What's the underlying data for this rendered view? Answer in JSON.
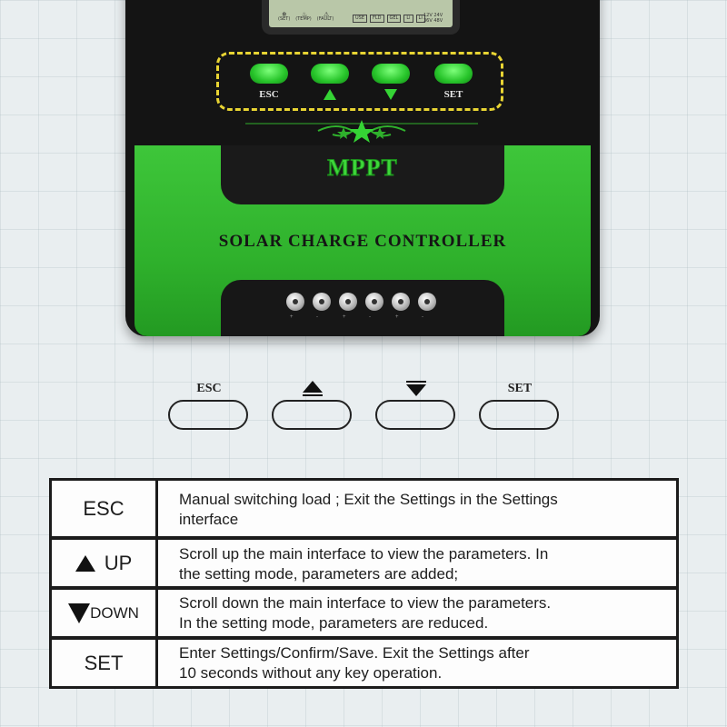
{
  "device": {
    "lcd": {
      "labels": [
        "(SET)",
        "(TEMP)",
        "(FAULT)"
      ],
      "boxes": [
        "USE",
        "FLD",
        "GEL",
        "Li",
        "LI"
      ],
      "voltages": [
        "12V 24V",
        "36V 48V"
      ]
    },
    "buttons": [
      {
        "label": "ESC"
      },
      {
        "label": "",
        "icon": "triangle-up-icon"
      },
      {
        "label": "",
        "icon": "triangle-down-icon"
      },
      {
        "label": "SET"
      }
    ],
    "brand": "MPPT",
    "subtitle": "SOLAR CHARGE CONTROLLER",
    "terminal_labels": [
      "+",
      "-",
      "+",
      "-",
      "+",
      "-"
    ]
  },
  "buttons_row": [
    {
      "label": "ESC"
    },
    {
      "label": "",
      "icon": "triangle-up-line-icon"
    },
    {
      "label": "",
      "icon": "triangle-down-line-icon"
    },
    {
      "label": "SET"
    }
  ],
  "table": {
    "rows": [
      {
        "key": "ESC",
        "description_lines": [
          "Manual switching load ; Exit the Settings in the Settings",
          "interface"
        ]
      },
      {
        "key": "UP",
        "icon": "triangle-up-icon",
        "description_lines": [
          "Scroll up the main interface to view the parameters. In",
          "the setting mode, parameters are added;"
        ]
      },
      {
        "key": "DOWN",
        "icon": "triangle-down-icon",
        "description_lines": [
          "Scroll down the main interface to view the parameters.",
          "In the setting mode, parameters are reduced."
        ]
      },
      {
        "key": "SET",
        "description_lines": [
          "Enter Settings/Confirm/Save.  Exit the Settings after",
          "10 seconds without any key operation."
        ]
      }
    ]
  },
  "colors": {
    "panel_green": "#2fb12c",
    "button_green": "#27c42a",
    "highlight_yellow": "#e8d433",
    "device_black": "#141414"
  }
}
